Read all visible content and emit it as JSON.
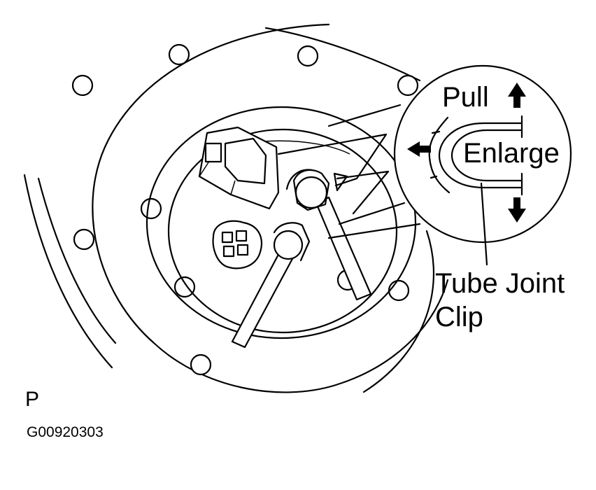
{
  "labels": {
    "pull": "Pull",
    "enlarge": "Enlarge",
    "tube_joint_line1": "Tube Joint",
    "tube_joint_line2": "Clip",
    "view_letter": "P",
    "figure_code": "G00920303"
  },
  "icons": [
    "arrow-up-icon",
    "arrow-left-icon",
    "arrow-down-icon"
  ]
}
